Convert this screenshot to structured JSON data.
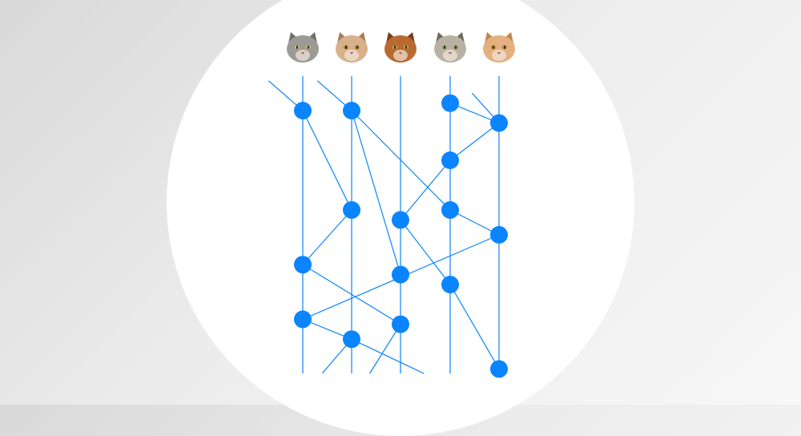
{
  "diagram": {
    "accent_color": "#0a84ff",
    "cats": [
      {
        "icon": "gray-cat-icon",
        "fur": "#9a9a96",
        "dark": "#6f6f6c",
        "eye": "#c9b86a"
      },
      {
        "icon": "cream-cat-icon",
        "fur": "#d8b08a",
        "dark": "#a97c57",
        "eye": "#b58a3a"
      },
      {
        "icon": "abyssinian-cat-icon",
        "fur": "#b86a32",
        "dark": "#7a3f18",
        "eye": "#c7a23a"
      },
      {
        "icon": "tabby-cat-icon",
        "fur": "#b9b2a4",
        "dark": "#6f6a5f",
        "eye": "#9aa24a"
      },
      {
        "icon": "ginger-cat-icon",
        "fur": "#e4b080",
        "dark": "#c4864f",
        "eye": "#b98a3a"
      }
    ],
    "nodes": [
      {
        "col": 0,
        "row": 0
      },
      {
        "col": 1,
        "row": 0
      },
      {
        "col": 3,
        "row": -0.15
      },
      {
        "col": 4,
        "row": 0.25
      },
      {
        "col": 3,
        "row": 1
      },
      {
        "col": 1,
        "row": 2
      },
      {
        "col": 3,
        "row": 2
      },
      {
        "col": 2,
        "row": 2.2
      },
      {
        "col": 4,
        "row": 2.5
      },
      {
        "col": 0,
        "row": 3.1
      },
      {
        "col": 2,
        "row": 3.3
      },
      {
        "col": 3,
        "row": 3.5
      },
      {
        "col": 0,
        "row": 4.2
      },
      {
        "col": 2,
        "row": 4.3
      },
      {
        "col": 1,
        "row": 4.6
      },
      {
        "col": 4,
        "row": 5.2
      }
    ],
    "edges": [
      [
        0,
        5
      ],
      [
        1,
        6
      ],
      [
        1,
        10
      ],
      [
        2,
        3
      ],
      [
        3,
        4
      ],
      [
        4,
        7
      ],
      [
        5,
        9
      ],
      [
        6,
        8
      ],
      [
        7,
        11
      ],
      [
        9,
        13
      ],
      [
        8,
        12
      ],
      [
        11,
        15
      ],
      [
        12,
        14
      ]
    ],
    "stubs": [
      [
        0,
        -0.7,
        -0.6
      ],
      [
        1,
        -0.7,
        -0.6
      ],
      [
        3,
        -0.55,
        -0.6
      ],
      [
        14,
        -0.7,
        0.8
      ],
      [
        13,
        -0.7,
        1.1
      ],
      [
        14,
        1.5,
        0.7
      ]
    ]
  }
}
